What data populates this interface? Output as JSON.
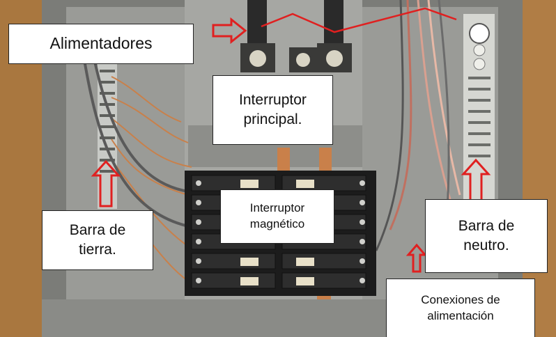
{
  "labels": {
    "alimentadores": "Alimentadores",
    "interruptor_principal": "Interruptor\nprincipal.",
    "interruptor_magnetico": "Interruptor\nmagnético",
    "barra_tierra": "Barra de\ntierra.",
    "barra_neutro": "Barra de\nneutro.",
    "conexiones": "Conexiones de\nalimentación"
  },
  "colors": {
    "annotation_red": "#e02020",
    "panel_gray": "#8e8f8b",
    "wood": "#b8874e",
    "copper": "#c9804a",
    "breaker_black": "#1c1c1c"
  }
}
